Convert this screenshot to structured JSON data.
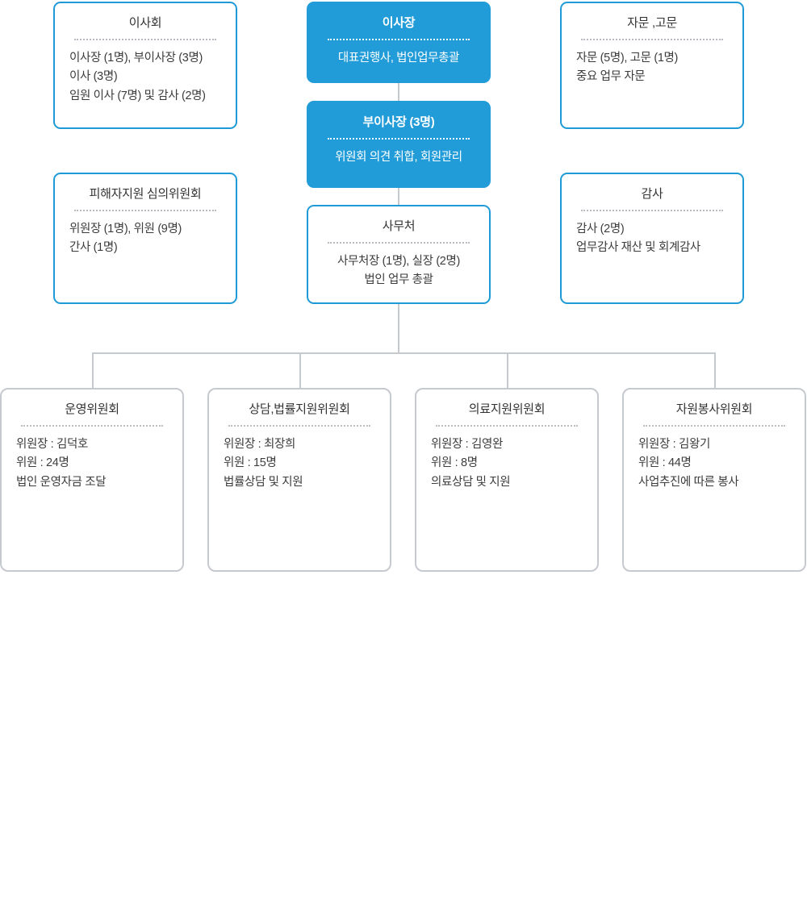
{
  "chart_data": {
    "type": "diagram",
    "title": "조직도",
    "colors": {
      "accent_blue": "#229cd8",
      "border_blue": "#1e9bd7",
      "border_gray": "#c6c9ce",
      "line_gray": "#c6c9ce",
      "text_dark": "#3c3c3c",
      "text_white": "#ffffff"
    },
    "nodes": [
      {
        "id": "board",
        "title": "이사회",
        "style": "outline-blue",
        "align": "left",
        "lines": [
          "이사장 (1명), 부이사장 (3명)",
          "이사 (3명)",
          "임원 이사 (7명) 및 감사 (2명)"
        ]
      },
      {
        "id": "chairman",
        "title": "이사장",
        "style": "filled-blue",
        "align": "center",
        "lines": [
          "대표권행사, 법인업무총괄"
        ]
      },
      {
        "id": "advisor",
        "title": "자문 ,고문",
        "style": "outline-blue",
        "align": "left",
        "lines": [
          "자문 (5명), 고문 (1명)",
          "중요 업무 자문"
        ]
      },
      {
        "id": "vice-chairman",
        "title": "부이사장 (3명)",
        "style": "filled-blue",
        "align": "center",
        "lines": [
          "위원회 의견 취합, 회원관리"
        ]
      },
      {
        "id": "victim-support-committee",
        "title": "피해자지원 심의위원회",
        "style": "outline-blue",
        "align": "left",
        "lines": [
          "위원장 (1명), 위원 (9명)",
          "간사 (1명)"
        ]
      },
      {
        "id": "secretariat",
        "title": "사무처",
        "style": "outline-blue",
        "align": "center",
        "lines": [
          "사무처장 (1명), 실장 (2명)",
          "법인 업무 총괄"
        ]
      },
      {
        "id": "auditor",
        "title": "감사",
        "style": "outline-blue",
        "align": "left",
        "lines": [
          "감사 (2명)",
          "업무감사 재산 및 회계감사"
        ]
      },
      {
        "id": "steering-committee",
        "title": "운영위원회",
        "style": "outline-gray",
        "align": "left",
        "lines": [
          "위원장 : 김덕호",
          "위원 : 24명",
          "법인 운영자금 조달"
        ]
      },
      {
        "id": "legal-committee",
        "title": "상담,법률지원위원회",
        "style": "outline-gray",
        "align": "left",
        "lines": [
          "위원장 : 최장희",
          "위원 : 15명",
          "법률상담 및 지원"
        ]
      },
      {
        "id": "medical-committee",
        "title": "의료지원위원회",
        "style": "outline-gray",
        "align": "left",
        "lines": [
          "위원장 : 김영완",
          "위원 : 8명",
          "의료상담 및 지원"
        ]
      },
      {
        "id": "volunteer-committee",
        "title": "자원봉사위원회",
        "style": "outline-gray",
        "align": "left",
        "lines": [
          "위원장 : 김왕기",
          "위원 : 44명",
          "사업추진에 따른 봉사"
        ]
      }
    ]
  },
  "nodes": {
    "board": {
      "title": "이사회",
      "line1": "이사장 (1명), 부이사장 (3명)",
      "line2": "이사 (3명)",
      "line3": "임원 이사 (7명) 및 감사 (2명)"
    },
    "chairman": {
      "title": "이사장",
      "line1": "대표권행사, 법인업무총괄"
    },
    "advisor": {
      "title": "자문 ,고문",
      "line1": "자문 (5명), 고문 (1명)",
      "line2": "중요 업무 자문"
    },
    "vice_chairman": {
      "title": "부이사장 (3명)",
      "line1": "위원회 의견 취합, 회원관리"
    },
    "victim_committee": {
      "title": "피해자지원 심의위원회",
      "line1": "위원장 (1명), 위원 (9명)",
      "line2": "간사 (1명)"
    },
    "secretariat": {
      "title": "사무처",
      "line1": "사무처장 (1명), 실장 (2명)",
      "line2": "법인 업무 총괄"
    },
    "auditor": {
      "title": "감사",
      "line1": "감사 (2명)",
      "line2": "업무감사 재산 및 회계감사"
    },
    "steering": {
      "title": "운영위원회",
      "line1": "위원장 : 김덕호",
      "line2": "위원 : 24명",
      "line3": "법인 운영자금 조달"
    },
    "legal": {
      "title": "상담,법률지원위원회",
      "line1": "위원장 : 최장희",
      "line2": "위원 : 15명",
      "line3": "법률상담 및 지원"
    },
    "medical": {
      "title": "의료지원위원회",
      "line1": "위원장 : 김영완",
      "line2": "위원 : 8명",
      "line3": "의료상담 및 지원"
    },
    "volunteer": {
      "title": "자원봉사위원회",
      "line1": "위원장 : 김왕기",
      "line2": "위원 : 44명",
      "line3": "사업추진에 따른 봉사"
    }
  }
}
